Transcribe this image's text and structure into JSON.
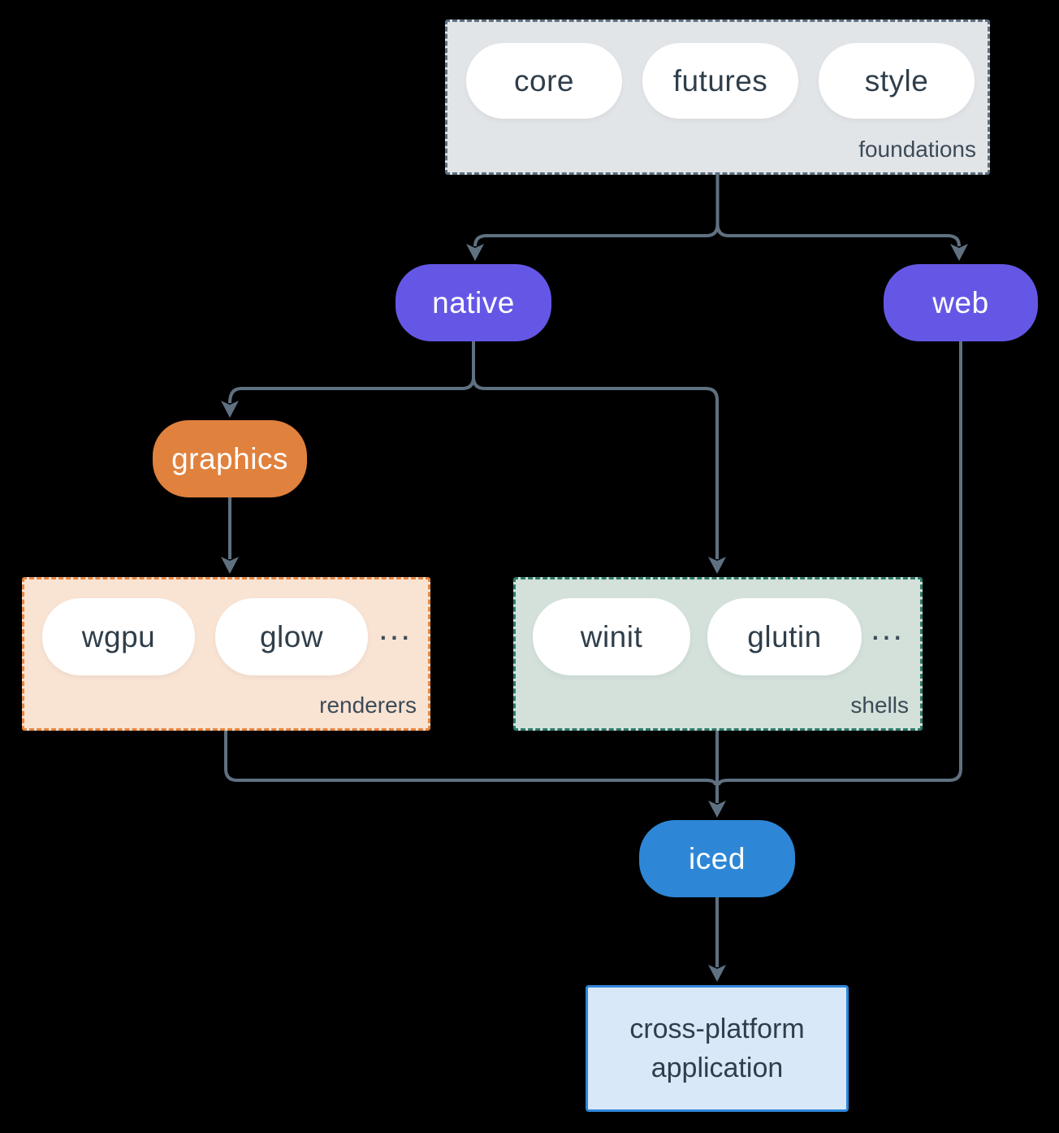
{
  "colors": {
    "canvas_bg": "#000000",
    "line": "#5f7181",
    "purple": "#6557e6",
    "orange": "#e0813d",
    "blue": "#2e87d6",
    "foundations_bg": "#e2e5e8",
    "foundations_border": "#5e7080",
    "renderers_bg": "#f9e3d3",
    "renderers_border": "#e68540",
    "shells_bg": "#d3e1da",
    "shells_border": "#2d7a6b",
    "app_bg": "#d9e8f8",
    "app_border": "#2e86d8",
    "pill_text": "#2f3e4a",
    "label_text": "#3c4b57",
    "node_text": "#ffffff"
  },
  "groups": {
    "foundations": {
      "label": "foundations",
      "pills": [
        "core",
        "futures",
        "style"
      ]
    },
    "renderers": {
      "label": "renderers",
      "pills": [
        "wgpu",
        "glow"
      ],
      "ellipsis": "..."
    },
    "shells": {
      "label": "shells",
      "pills": [
        "winit",
        "glutin"
      ],
      "ellipsis": "..."
    }
  },
  "nodes": {
    "native": "native",
    "web": "web",
    "graphics": "graphics",
    "iced": "iced",
    "application": "cross-platform application"
  }
}
